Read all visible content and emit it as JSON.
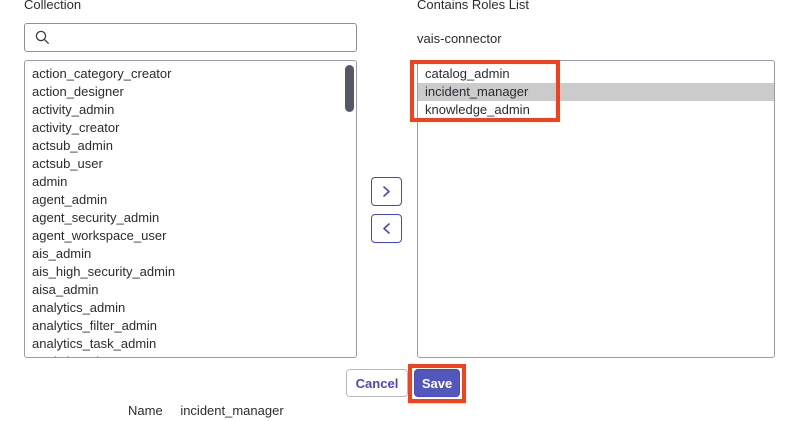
{
  "left_panel": {
    "label": "Collection",
    "search": {
      "value": "",
      "placeholder": "",
      "icon": "search-icon"
    },
    "items": [
      "action_category_creator",
      "action_designer",
      "activity_admin",
      "activity_creator",
      "actsub_admin",
      "actsub_user",
      "admin",
      "agent_admin",
      "agent_security_admin",
      "agent_workspace_user",
      "ais_admin",
      "ais_high_security_admin",
      "aisa_admin",
      "analytics_admin",
      "analytics_filter_admin",
      "analytics_task_admin",
      "analytics_viewer"
    ]
  },
  "transfer": {
    "move_right_label": "›",
    "move_left_label": "‹",
    "move_right_icon": "chevron-right-icon",
    "move_left_icon": "chevron-left-icon"
  },
  "right_panel": {
    "label": "Contains Roles List",
    "subject_name": "vais-connector",
    "items": [
      {
        "label": "catalog_admin",
        "selected": false
      },
      {
        "label": "incident_manager",
        "selected": true
      },
      {
        "label": "knowledge_admin",
        "selected": false
      }
    ]
  },
  "footer": {
    "cancel_label": "Cancel",
    "save_label": "Save"
  },
  "name_row": {
    "key": "Name",
    "value": "incident_manager"
  },
  "colors": {
    "accent": "#4a47c2",
    "save_fill": "#5356bb",
    "selected_row": "#cbcbcb",
    "annotation": "#f4411c",
    "scrollbar_thumb": "#565866"
  }
}
